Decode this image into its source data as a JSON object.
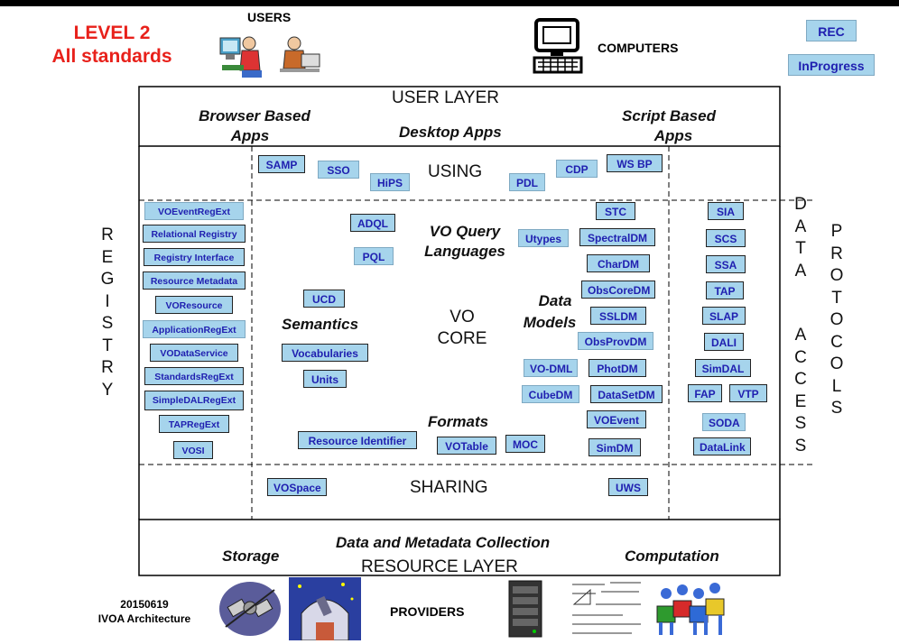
{
  "title": {
    "line1": "LEVEL 2",
    "line2": "All standards"
  },
  "legend": {
    "rec": "REC",
    "inprogress": "InProgress"
  },
  "top": {
    "users": "USERS",
    "computers": "COMPUTERS"
  },
  "user_layer": {
    "title": "USER LAYER",
    "browser": "Browser Based",
    "browser2": "Apps",
    "desktop": "Desktop Apps",
    "script": "Script Based",
    "script2": "Apps"
  },
  "using": {
    "label": "USING",
    "badges": [
      "SAMP",
      "SSO",
      "HiPS",
      "PDL",
      "CDP",
      "WS BP"
    ]
  },
  "registry": {
    "label": [
      "R",
      "E",
      "G",
      "I",
      "S",
      "T",
      "R",
      "Y"
    ],
    "items": [
      "VOEventRegExt",
      "Relational Registry",
      "Registry Interface",
      "Resource Metadata",
      "VOResource",
      "ApplicationRegExt",
      "VODataService",
      "StandardsRegExt",
      "SimpleDALRegExt",
      "TAPRegExt",
      "VOSI"
    ]
  },
  "core": {
    "vo": "VO",
    "core": "CORE",
    "query": "VO Query",
    "query2": "Languages",
    "semantics": "Semantics",
    "data_models": "Data",
    "data_models2": "Models",
    "formats": "Formats",
    "adql": "ADQL",
    "pql": "PQL",
    "ucd": "UCD",
    "vocabularies": "Vocabularies",
    "units": "Units",
    "resource_identifier": "Resource Identifier",
    "votable": "VOTable",
    "moc": "MOC",
    "utypes": "Utypes",
    "vodml": "VO-DML",
    "cubedm": "CubeDM",
    "models": [
      "STC",
      "SpectralDM",
      "CharDM",
      "ObsCoreDM",
      "SSLDM",
      "ObsProvDM",
      "PhotDM",
      "DataSetDM",
      "VOEvent",
      "SimDM"
    ]
  },
  "data_access": {
    "label1": [
      "D",
      "A",
      "T",
      "A"
    ],
    "label2": [
      "A",
      "C",
      "C",
      "E",
      "S",
      "S"
    ],
    "label3": [
      "P",
      "R",
      "O",
      "T",
      "O",
      "C",
      "O",
      "L",
      "S"
    ],
    "items": [
      "SIA",
      "SCS",
      "SSA",
      "TAP",
      "SLAP",
      "DALI",
      "SimDAL"
    ],
    "fap": "FAP",
    "vtp": "VTP",
    "soda": "SODA",
    "datalink": "DataLink"
  },
  "sharing": {
    "label": "SHARING",
    "vospace": "VOSpace",
    "uws": "UWS"
  },
  "resource_layer": {
    "title": "RESOURCE LAYER",
    "collection": "Data and Metadata Collection",
    "storage": "Storage",
    "computation": "Computation"
  },
  "footer": {
    "date": "20150619",
    "arch": "IVOA Architecture",
    "providers": "PROVIDERS"
  },
  "colors": {
    "title_red": "#e8211b",
    "badge_fill": "#a6d4ec",
    "badge_text": "#1f1fb0"
  }
}
